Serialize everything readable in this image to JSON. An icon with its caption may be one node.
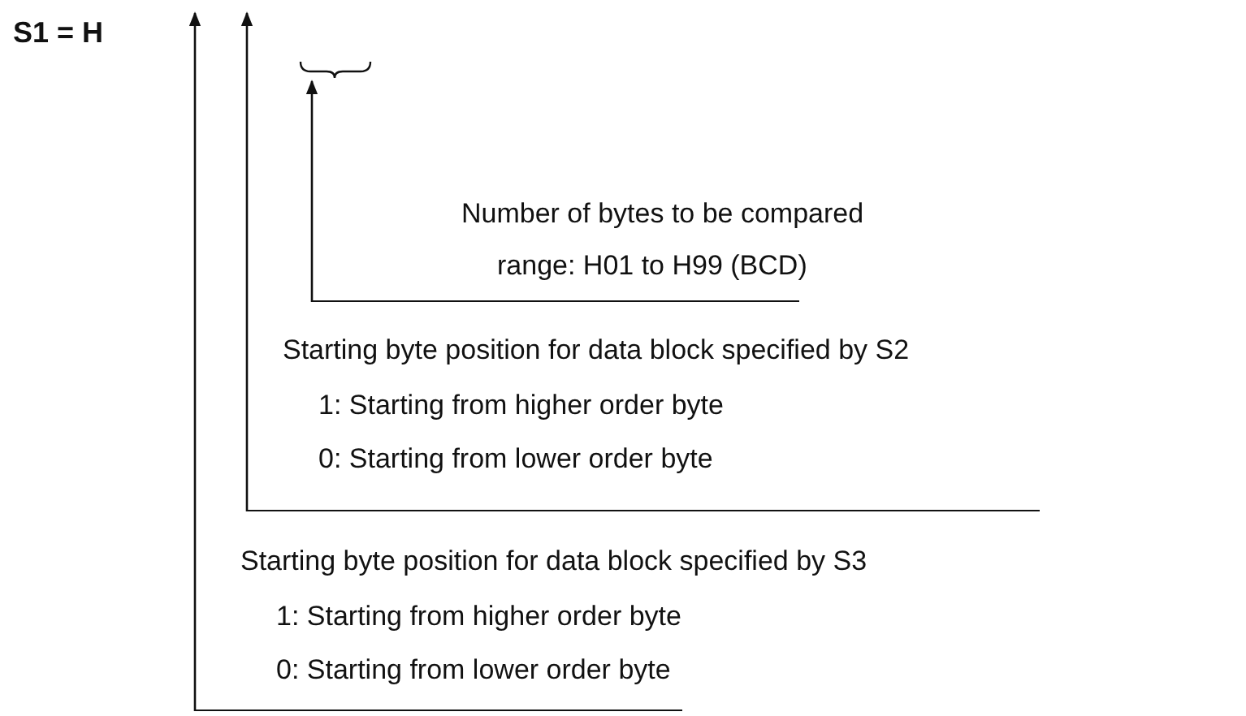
{
  "diagram": {
    "nodes": [
      {
        "text": [
          "Number of bytes to be compared",
          "range: H01 to H99 (BCD)"
        ]
      },
      {
        "text": [
          "Starting byte position for data block specified by S2",
          "1: Starting from higher order byte",
          "0: Starting from lower order byte"
        ]
      },
      {
        "text": [
          "Starting byte position for data block specified by S3",
          "1: Starting from higher order byte",
          "0: Starting from lower order byte"
        ]
      }
    ],
    "edges": [
      {
        "from": 0,
        "to": null,
        "arrow": "to"
      },
      {
        "from": 1,
        "to": null,
        "arrow": "to"
      },
      {
        "from": 2,
        "to": null,
        "arrow": "to"
      }
    ],
    "labels": [
      "S1 = H"
    ]
  }
}
